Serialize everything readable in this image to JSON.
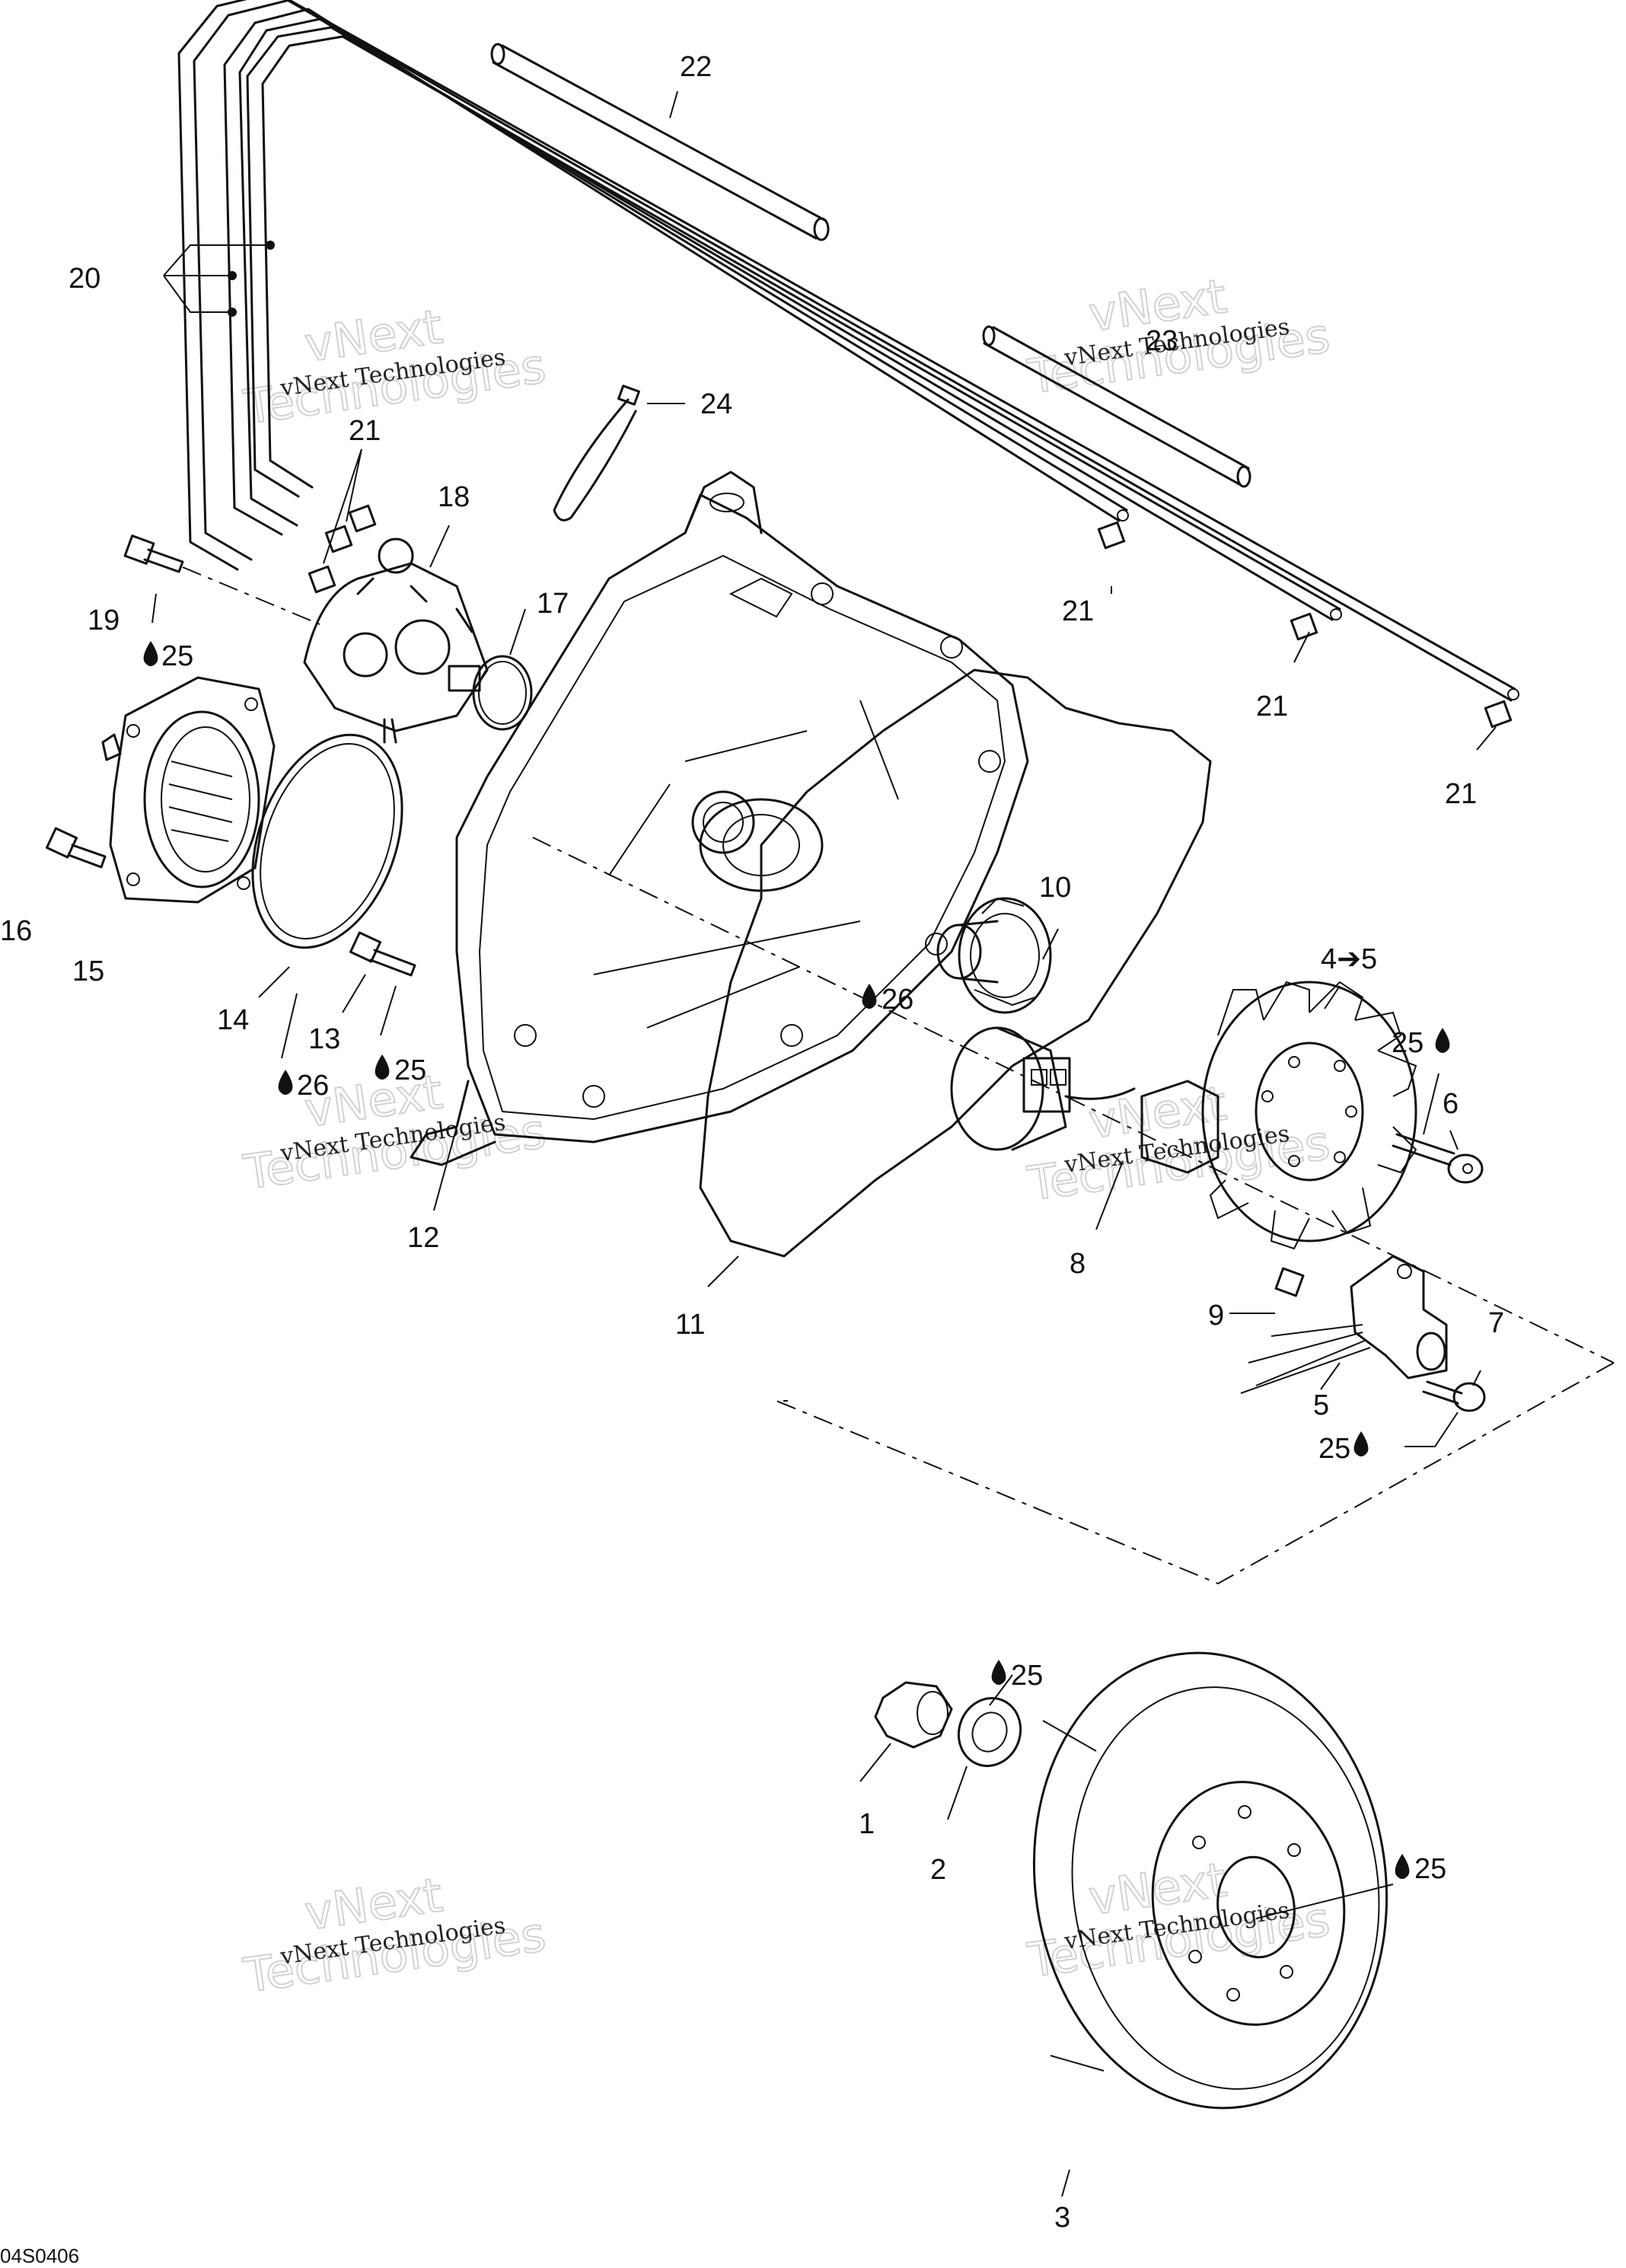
{
  "drawing_code": "04S0406",
  "watermark": {
    "line1": "vNext Technologies",
    "line2a": "vNext",
    "line2b": "Technologies"
  },
  "colors": {
    "ink": "#111111",
    "paper": "#ffffff",
    "watermark_outline": "#d2d2d2"
  },
  "icons": {
    "oil_drop": "oil-drop-icon",
    "arrow": "arrow-right-icon"
  },
  "callouts": {
    "c1": "1",
    "c2": "2",
    "c3": "3",
    "c4to5": "4➔5",
    "c5": "5",
    "c6": "6",
    "c7": "7",
    "c8": "8",
    "c9": "9",
    "c10": "10",
    "c11": "11",
    "c12": "12",
    "c13": "13",
    "c14": "14",
    "c15": "15",
    "c16": "16",
    "c17": "17",
    "c18": "18",
    "c19": "19",
    "c20": "20",
    "c21": "21",
    "c22": "22",
    "c23": "23",
    "c24": "24",
    "c25": "25",
    "c26": "26"
  }
}
